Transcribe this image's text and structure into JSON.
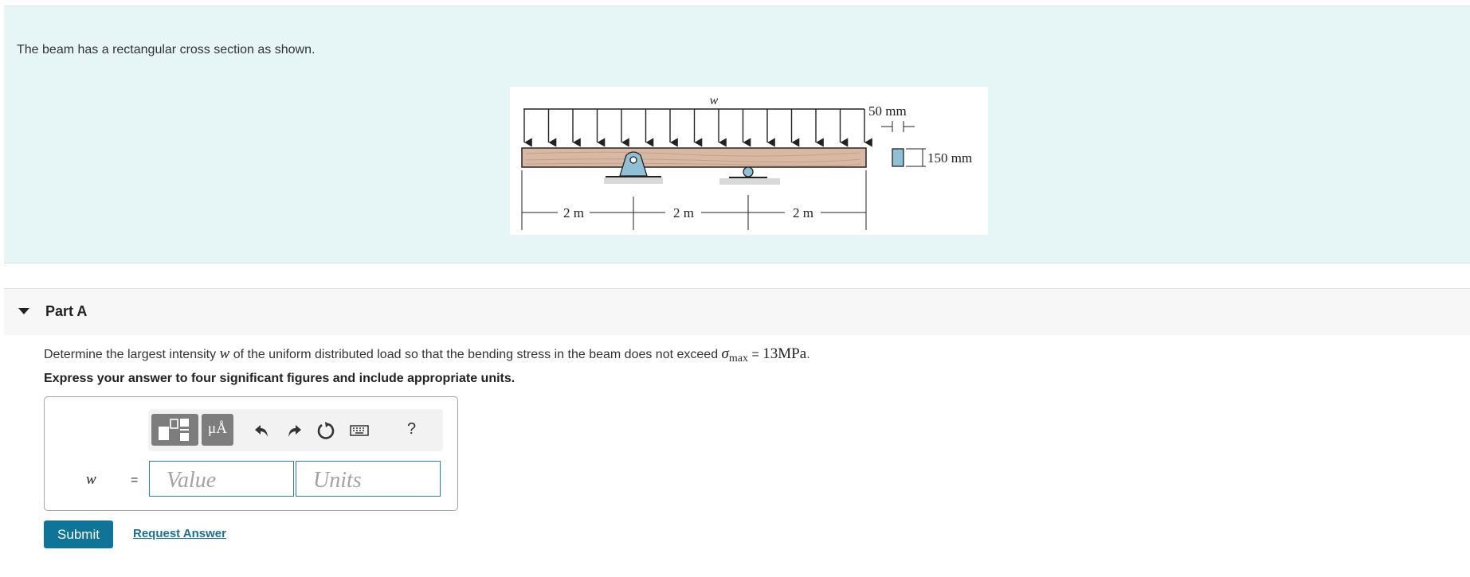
{
  "problem": {
    "intro": "The beam has a rectangular cross section as shown."
  },
  "figure": {
    "load_label": "w",
    "width_label": "50 mm",
    "height_label": "150 mm",
    "spans": [
      "2 m",
      "2 m",
      "2 m"
    ]
  },
  "part": {
    "title": "Part A",
    "question_before": "Determine the largest intensity",
    "question_var": "w",
    "question_middle": "of the uniform distributed load so that the bending stress in the beam does not exceed",
    "sigma": "σ",
    "sigma_sub": "max",
    "equals": "=",
    "stress_value": "13MPa",
    "period": ".",
    "instruction": "Express your answer to four significant figures and include appropriate units."
  },
  "answer": {
    "variable": "w",
    "equals": "=",
    "value_placeholder": "Value",
    "units_placeholder": "Units",
    "units_button_label": "μÅ",
    "help_label": "?"
  },
  "actions": {
    "submit_label": "Submit",
    "request_label": "Request Answer"
  },
  "colors": {
    "accent": "#0e7598",
    "problem_bg": "#e6f5f6",
    "support": "#8fc0d6"
  }
}
